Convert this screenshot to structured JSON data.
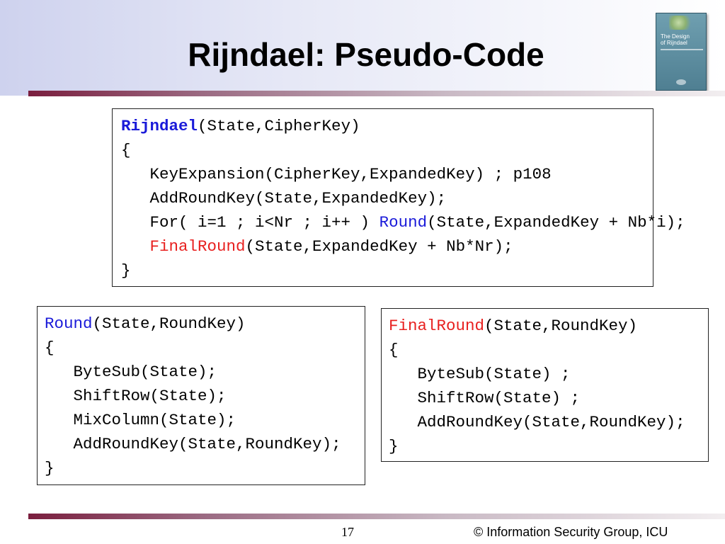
{
  "slide": {
    "title": "Rijndael: Pseudo-Code",
    "page_number": "17",
    "copyright": "© Information Security Group, ICU"
  },
  "book_cover": {
    "title": "The Design\nof Rijndael",
    "icon": "book-cover-image"
  },
  "main_code": {
    "line1_fn": "Rijndael",
    "line1_rest": "(State,CipherKey)",
    "open_brace": "{",
    "line_key_expansion": "   KeyExpansion(CipherKey,ExpandedKey) ; p108",
    "line_add_round_key": "   AddRoundKey(State,ExpandedKey);",
    "line_for_prefix": "   For( i=1 ; i<Nr ; i++ ) ",
    "line_for_fn": "Round",
    "line_for_rest": "(State,ExpandedKey + Nb*i);",
    "line_final_indent": "   ",
    "line_final_fn": "FinalRound",
    "line_final_rest": "(State,ExpandedKey + Nb*Nr);",
    "close_brace": "}"
  },
  "round_code": {
    "header_fn": "Round",
    "header_rest": "(State,RoundKey)",
    "open_brace": "{",
    "lines": [
      "   ByteSub(State);",
      "   ShiftRow(State);",
      "   MixColumn(State);",
      "   AddRoundKey(State,RoundKey);"
    ],
    "close_brace": "}"
  },
  "final_round_code": {
    "header_fn": "FinalRound",
    "header_rest": "(State,RoundKey)",
    "open_brace": "{",
    "lines": [
      "   ByteSub(State) ;",
      "   ShiftRow(State) ;",
      "   AddRoundKey(State,RoundKey);"
    ],
    "close_brace": "}"
  },
  "colors": {
    "function_blue": "#1a1ad9",
    "function_red": "#e8201f",
    "accent_rule": "#7a1e3e"
  }
}
